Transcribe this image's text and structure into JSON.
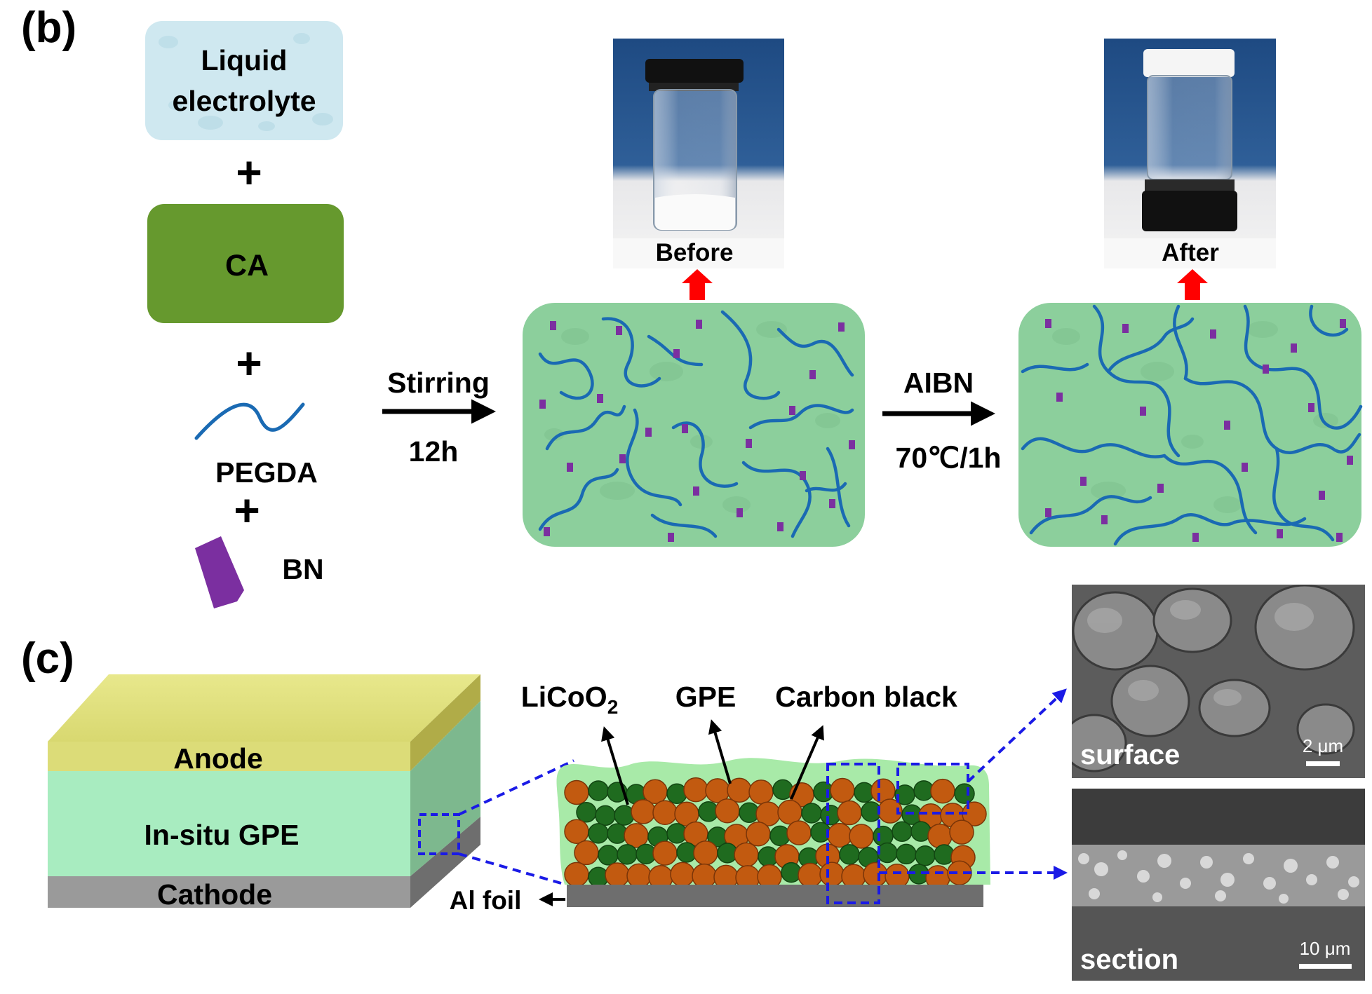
{
  "panel_b": {
    "label": "(b)",
    "liquid_electrolyte_line1": "Liquid",
    "liquid_electrolyte_line2": "electrolyte",
    "plus": "+",
    "ca": "CA",
    "pegda": "PEGDA",
    "bn": "BN",
    "step1_top": "Stirring",
    "step1_bottom": "12h",
    "step2_top": "AIBN",
    "step2_bottom": "70℃/1h",
    "photo_before": "Before",
    "photo_after": "After"
  },
  "panel_c": {
    "label": "(c)",
    "anode": "Anode",
    "gpe_layer": "In-situ GPE",
    "cathode": "Cathode",
    "licoo2_main": "LiCoO",
    "licoo2_sub": "2",
    "gpe": "GPE",
    "carbon_black": "Carbon black",
    "al_foil": "Al foil",
    "sem_surface": "surface",
    "sem_surface_scale": "2 μm",
    "sem_section": "section",
    "sem_section_scale": "10 μm"
  },
  "colors": {
    "liquid_box": "#cfe8f0",
    "ca_box": "#66992e",
    "gel_bg": "#8ccf9c",
    "chain": "#1a6ab3",
    "bn_particle": "#7b2fa0",
    "arrow_red": "#ff0000",
    "anode": "#dcdc78",
    "gpe_layer": "#a8ecc0",
    "cathode": "#9a9a9a",
    "licoo2": "#c25a10",
    "carbon": "#1f6b1f",
    "dashed_blue": "#1a1ae6"
  }
}
